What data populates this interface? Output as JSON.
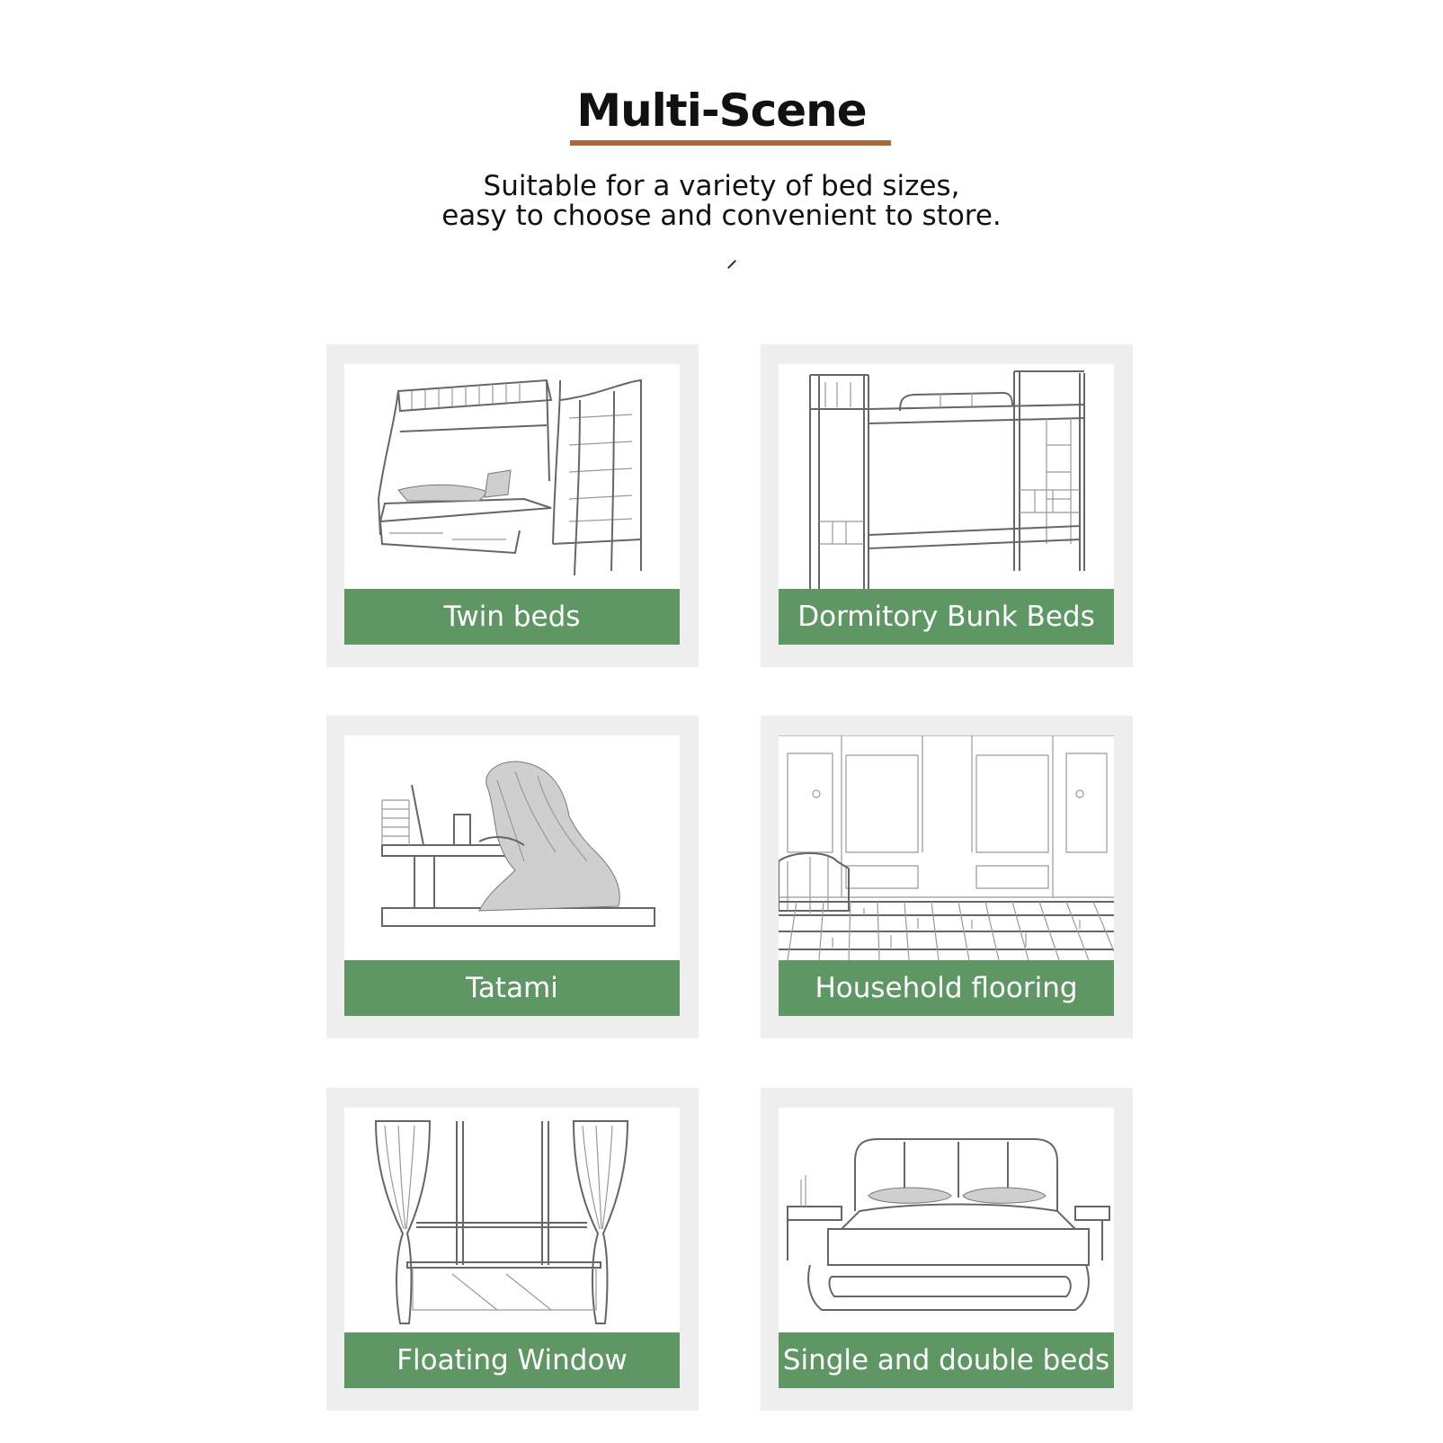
{
  "title": "Multi-Scene",
  "subtitle": {
    "line1": "Suitable for a variety of bed sizes,",
    "line2": "easy to choose and convenient to store."
  },
  "colors": {
    "accent_rule": "#a86a3a",
    "label_bg": "#5e9664",
    "card_bg": "#eeeeee"
  },
  "scenes": [
    {
      "label": "Twin beds",
      "illustration": "bunk-bed-with-stairs-sketch"
    },
    {
      "label": "Dormitory Bunk Beds",
      "illustration": "metal-bunk-bed-sketch"
    },
    {
      "label": "Tatami",
      "illustration": "person-at-low-table-sketch"
    },
    {
      "label": "Household flooring",
      "illustration": "room-floor-sketch"
    },
    {
      "label": "Floating Window",
      "illustration": "window-with-curtains-sketch"
    },
    {
      "label": "Single and double beds",
      "illustration": "double-bed-sketch"
    }
  ]
}
